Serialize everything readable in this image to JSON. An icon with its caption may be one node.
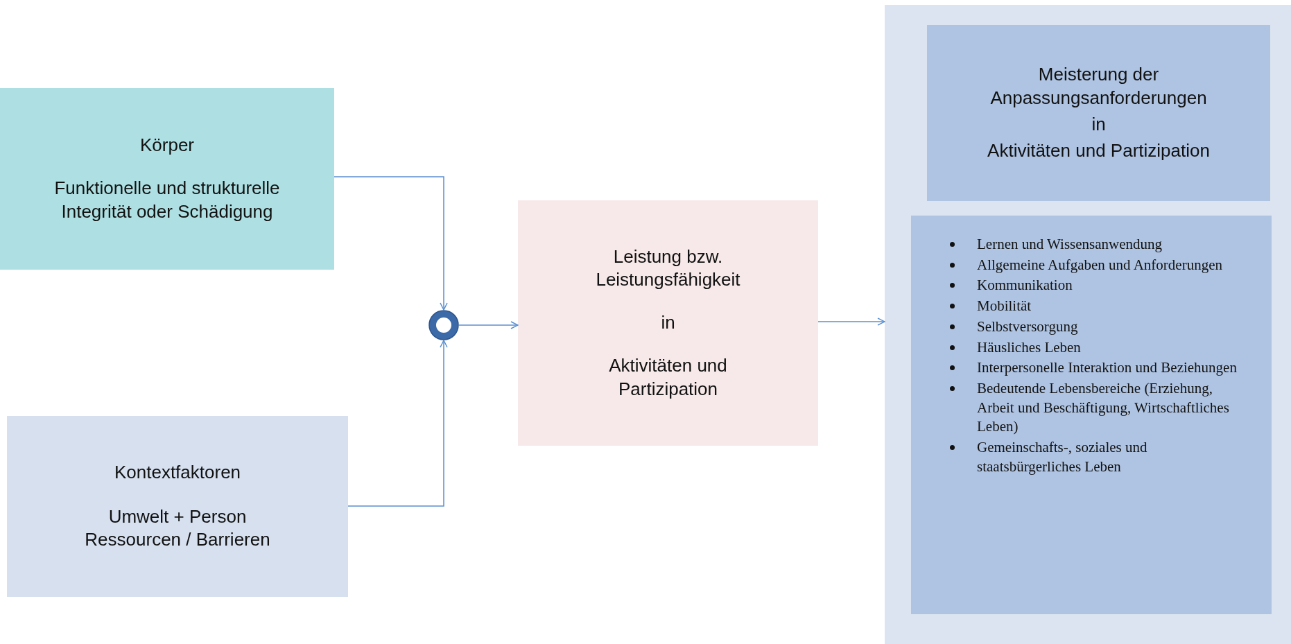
{
  "diagram": {
    "nodes": [
      {
        "text": [
          "Körper",
          "Funktionelle und strukturelle Integrität oder Schädigung"
        ]
      },
      {
        "text": [],
        "shape": "circle"
      },
      {
        "text": [
          "Kontextfaktoren",
          "Umwelt + Person",
          "Ressourcen / Barrieren"
        ]
      },
      {
        "text": [
          "Leistung bzw. Leistungsfähigkeit",
          "in",
          "Aktivitäten und Partizipation"
        ]
      },
      {
        "text": [],
        "shape": "box"
      },
      {
        "text": [
          "Meisterung der Anpassungsanforderungen",
          "in",
          "Aktivitäten und Partizipation"
        ],
        "in": 4
      },
      {
        "text": [
          "Lernen und Wissensanwendung",
          "Allgemeine Aufgaben und Anforderungen",
          "Kommunikation",
          "Mobilität",
          "Selbstversorgung",
          "Häusliches Leben",
          "Interpersonelle Interaktion und Beziehungen",
          "Bedeutende Lebensbereiche (Erziehung, Arbeit und Beschäftigung, Wirtschaftliches Leben)",
          "Gemeinschafts-, soziales und staatsbürgerliches Leben"
        ],
        "in": 4
      }
    ],
    "edges": [
      {
        "from": 0,
        "to": 1,
        "arrow": "to"
      },
      {
        "from": 2,
        "to": 1,
        "arrow": "to"
      },
      {
        "from": 1,
        "to": 3,
        "arrow": "to"
      },
      {
        "from": 3,
        "to": 4,
        "arrow": "to"
      }
    ]
  }
}
